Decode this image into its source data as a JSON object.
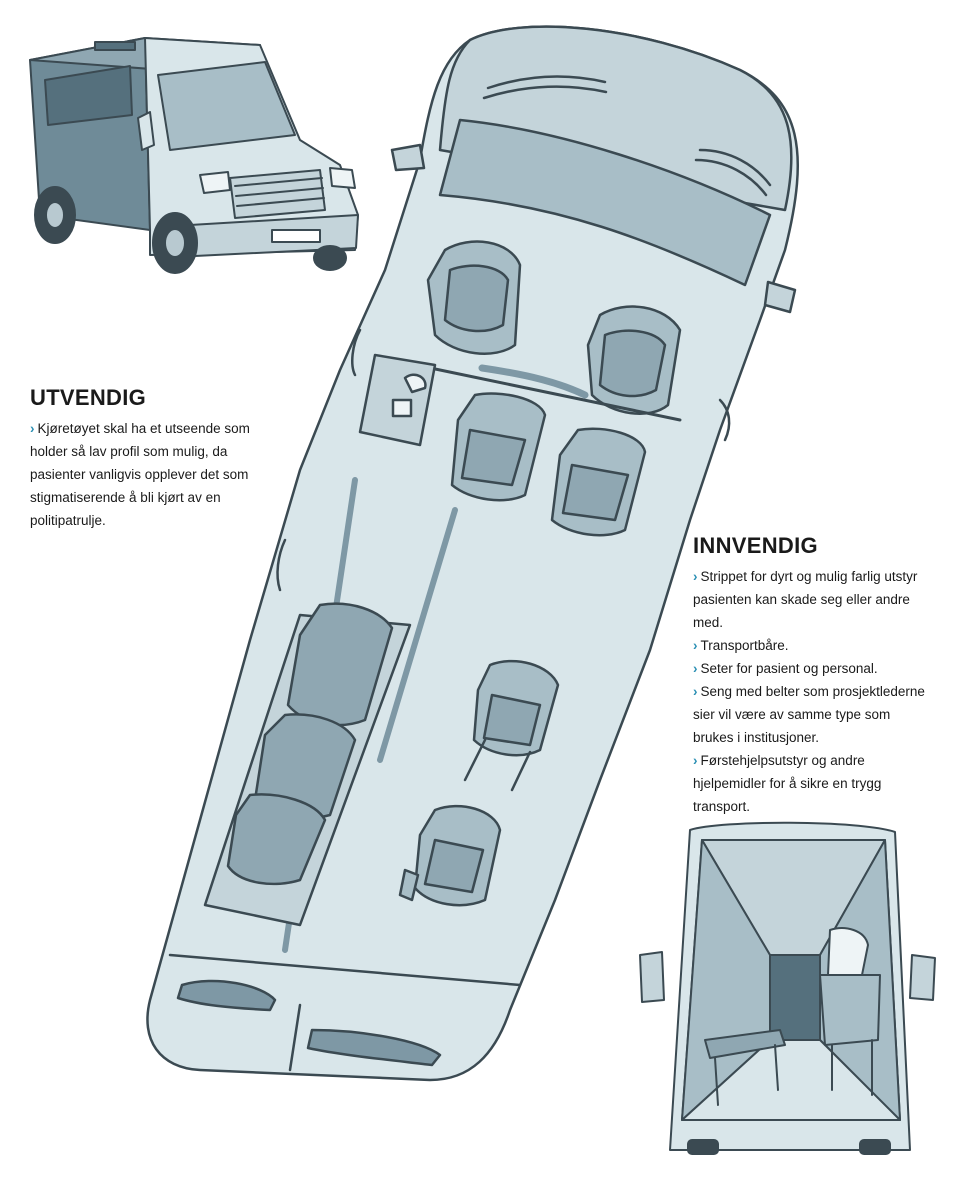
{
  "exterior": {
    "heading": "UTVENDIG",
    "bullet_symbol": "›",
    "paragraphs": [
      "Kjøretøyet skal ha et utseende som holder så lav profil som mulig, da pasienter vanligvis opplever det som stigmatiserende å bli kjørt av en politipatrulje."
    ]
  },
  "interior": {
    "heading": "INNVENDIG",
    "bullet_symbol": "›",
    "items": [
      "Strippet for dyrt og mulig farlig utstyr pasienten kan skade seg eller andre med.",
      "Transportbåre.",
      "Seter for pasient og personal.",
      "Seng med belter som prosjektlederne sier vil være av samme type som brukes i institusjoner.",
      "Førstehjelpsutstyr og andre hjelpemidler for å sikre en trygg transport."
    ]
  },
  "colors": {
    "van_fill": "#d9e6ea",
    "van_stroke": "#3b4a52",
    "shade": "#7e98a5",
    "dark_shade": "#55707d",
    "accent": "#2a8fb3"
  },
  "icons": [
    "van-exterior-illustration",
    "van-topdown-illustration",
    "van-interior-illustration"
  ]
}
